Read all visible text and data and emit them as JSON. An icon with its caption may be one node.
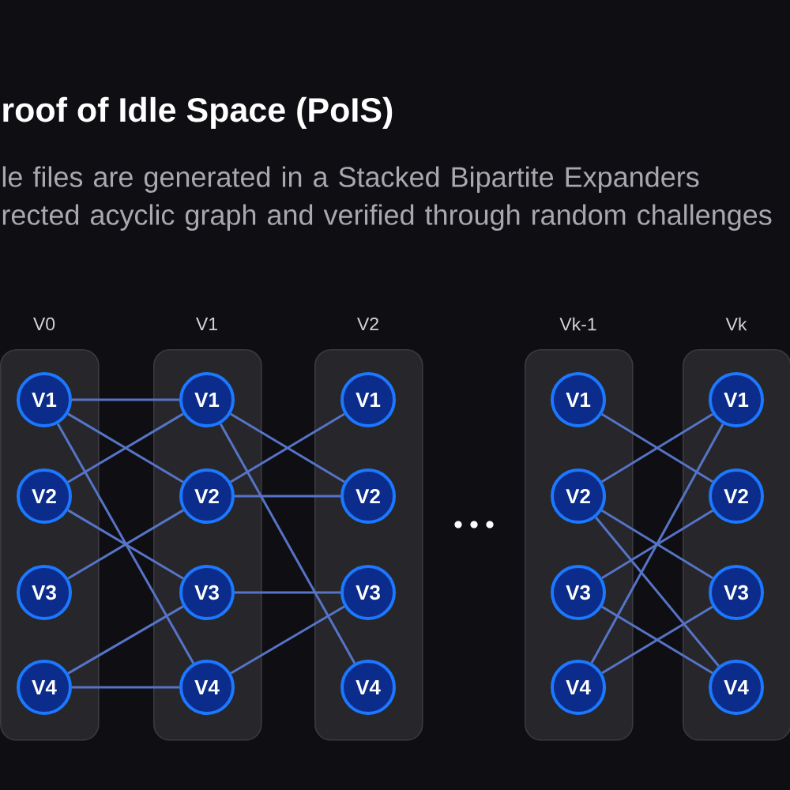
{
  "diagram": {
    "title": "roof of Idle Space (PoIS)",
    "nodes": [
      {
        "text": [
          "V0"
        ]
      },
      {
        "text": [
          "V1"
        ],
        "in": 0
      },
      {
        "text": [
          "V2"
        ],
        "in": 0
      },
      {
        "text": [
          "V3"
        ],
        "in": 0
      },
      {
        "text": [
          "V4"
        ],
        "in": 0
      },
      {
        "text": [
          "V1"
        ]
      },
      {
        "text": [
          "V1"
        ],
        "in": 5
      },
      {
        "text": [
          "V2"
        ],
        "in": 5
      },
      {
        "text": [
          "V3"
        ],
        "in": 5
      },
      {
        "text": [
          "V4"
        ],
        "in": 5
      },
      {
        "text": [
          "V2"
        ]
      },
      {
        "text": [
          "V1"
        ],
        "in": 10
      },
      {
        "text": [
          "V2"
        ],
        "in": 10
      },
      {
        "text": [
          "V3"
        ],
        "in": 10
      },
      {
        "text": [
          "V4"
        ],
        "in": 10
      },
      {
        "text": [
          "Vk-1"
        ]
      },
      {
        "text": [
          "V1"
        ],
        "in": 15
      },
      {
        "text": [
          "V2"
        ],
        "in": 15
      },
      {
        "text": [
          "V3"
        ],
        "in": 15
      },
      {
        "text": [
          "V4"
        ],
        "in": 15
      },
      {
        "text": [
          "Vk"
        ]
      },
      {
        "text": [
          "V1"
        ],
        "in": 20
      },
      {
        "text": [
          "V2"
        ],
        "in": 20
      },
      {
        "text": [
          "V3"
        ],
        "in": 20
      },
      {
        "text": [
          "V4"
        ],
        "in": 20
      }
    ],
    "edges": [
      {
        "from": 1,
        "to": 6,
        "arrow": "none"
      },
      {
        "from": 1,
        "to": 7,
        "arrow": "none"
      },
      {
        "from": 1,
        "to": 9,
        "arrow": "none"
      },
      {
        "from": 2,
        "to": 6,
        "arrow": "none"
      },
      {
        "from": 2,
        "to": 8,
        "arrow": "none"
      },
      {
        "from": 3,
        "to": 7,
        "arrow": "none"
      },
      {
        "from": 4,
        "to": 8,
        "arrow": "none"
      },
      {
        "from": 4,
        "to": 9,
        "arrow": "none"
      },
      {
        "from": 6,
        "to": 12,
        "arrow": "none"
      },
      {
        "from": 6,
        "to": 14,
        "arrow": "none"
      },
      {
        "from": 7,
        "to": 11,
        "arrow": "none"
      },
      {
        "from": 7,
        "to": 12,
        "arrow": "none"
      },
      {
        "from": 8,
        "to": 13,
        "arrow": "none"
      },
      {
        "from": 9,
        "to": 13,
        "arrow": "none"
      },
      {
        "from": 16,
        "to": 22,
        "arrow": "none"
      },
      {
        "from": 17,
        "to": 21,
        "arrow": "none"
      },
      {
        "from": 17,
        "to": 23,
        "arrow": "none"
      },
      {
        "from": 17,
        "to": 24,
        "arrow": "none"
      },
      {
        "from": 18,
        "to": 22,
        "arrow": "none"
      },
      {
        "from": 18,
        "to": 24,
        "arrow": "none"
      },
      {
        "from": 19,
        "to": 21,
        "arrow": "none"
      },
      {
        "from": 19,
        "to": 23,
        "arrow": "none"
      }
    ],
    "labels": [
      "le files are generated in a Stacked Bipartite Expanders rected acyclic graph and verified through random challenges"
    ]
  }
}
